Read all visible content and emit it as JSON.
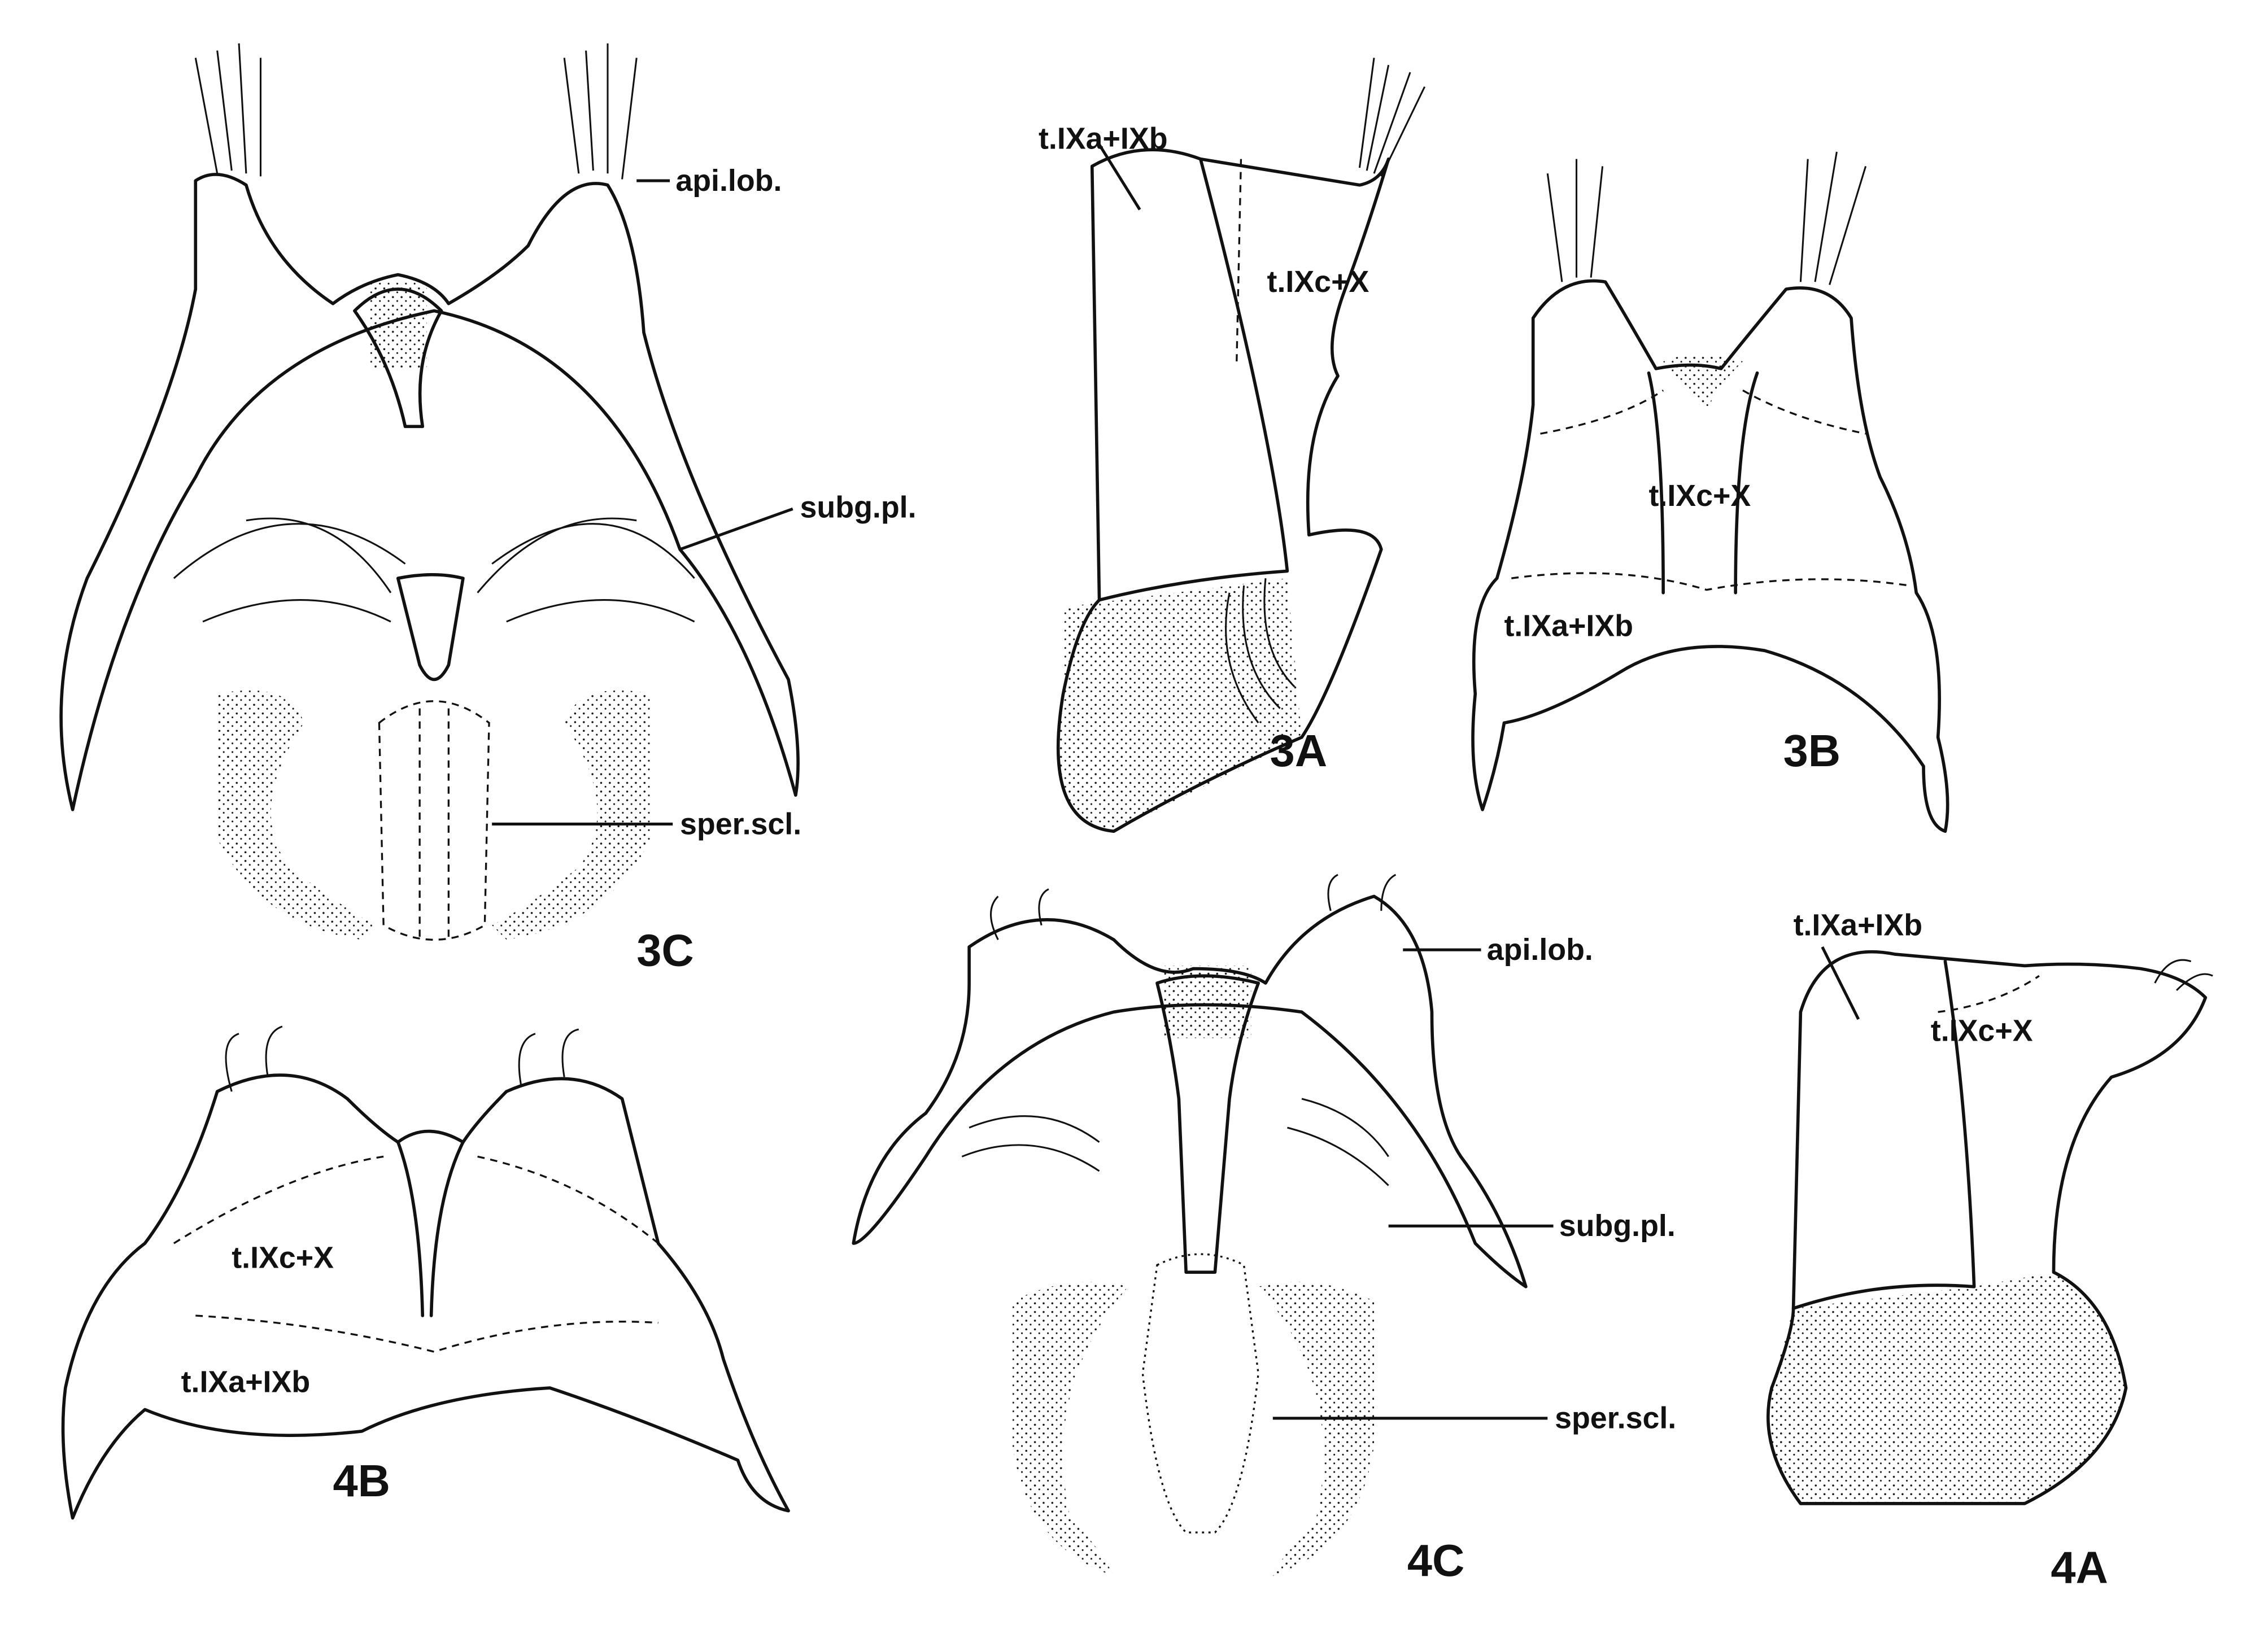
{
  "figures": {
    "fig3C": {
      "id": "3C",
      "labels": {
        "apical_lobe": "api.lob.",
        "subgenital_plate": "subg.pl.",
        "spermathecal_sclerite": "sper.scl."
      }
    },
    "fig3A": {
      "id": "3A",
      "labels": {
        "tergite_a": "t.IXa+IXb",
        "tergite_c": "t.IXc+X"
      }
    },
    "fig3B": {
      "id": "3B",
      "labels": {
        "tergite_c": "t.IXc+X",
        "tergite_a": "t.IXa+IXb"
      }
    },
    "fig4B": {
      "id": "4B",
      "labels": {
        "tergite_c": "t.IXc+X",
        "tergite_a": "t.IXa+IXb"
      }
    },
    "fig4C": {
      "id": "4C",
      "labels": {
        "apical_lobe": "api.lob.",
        "subgenital_plate": "subg.pl.",
        "spermathecal_sclerite": "sper.scl."
      }
    },
    "fig4A": {
      "id": "4A",
      "labels": {
        "tergite_a": "t.IXa+IXb",
        "tergite_c": "t.IXc+X"
      }
    }
  }
}
